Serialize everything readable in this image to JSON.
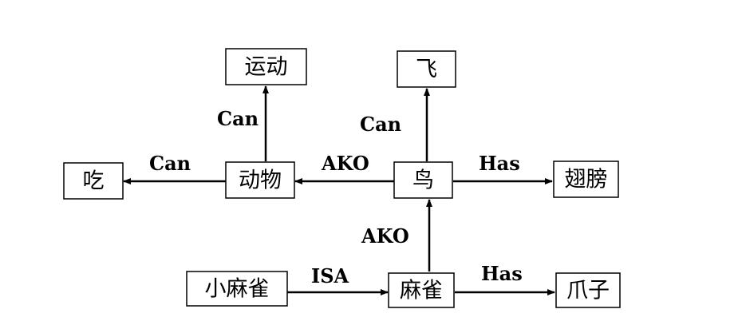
{
  "nodes": {
    "yundong": "运动",
    "fei": "飞",
    "chi": "吃",
    "dongwu": "动物",
    "niao": "鸟",
    "chibang": "翅膀",
    "xiaomaque": "小麻雀",
    "maque": "麻雀",
    "zhuazi": "爪子"
  },
  "edges": {
    "dongwu_can_yundong": "Can",
    "niao_can_fei": "Can",
    "dongwu_can_chi": "Can",
    "niao_ako_dongwu": "AKO",
    "niao_has_chibang": "Has",
    "maque_ako_niao": "AKO",
    "xiaomaque_isa_maque": "ISA",
    "maque_has_zhuazi": "Has"
  }
}
